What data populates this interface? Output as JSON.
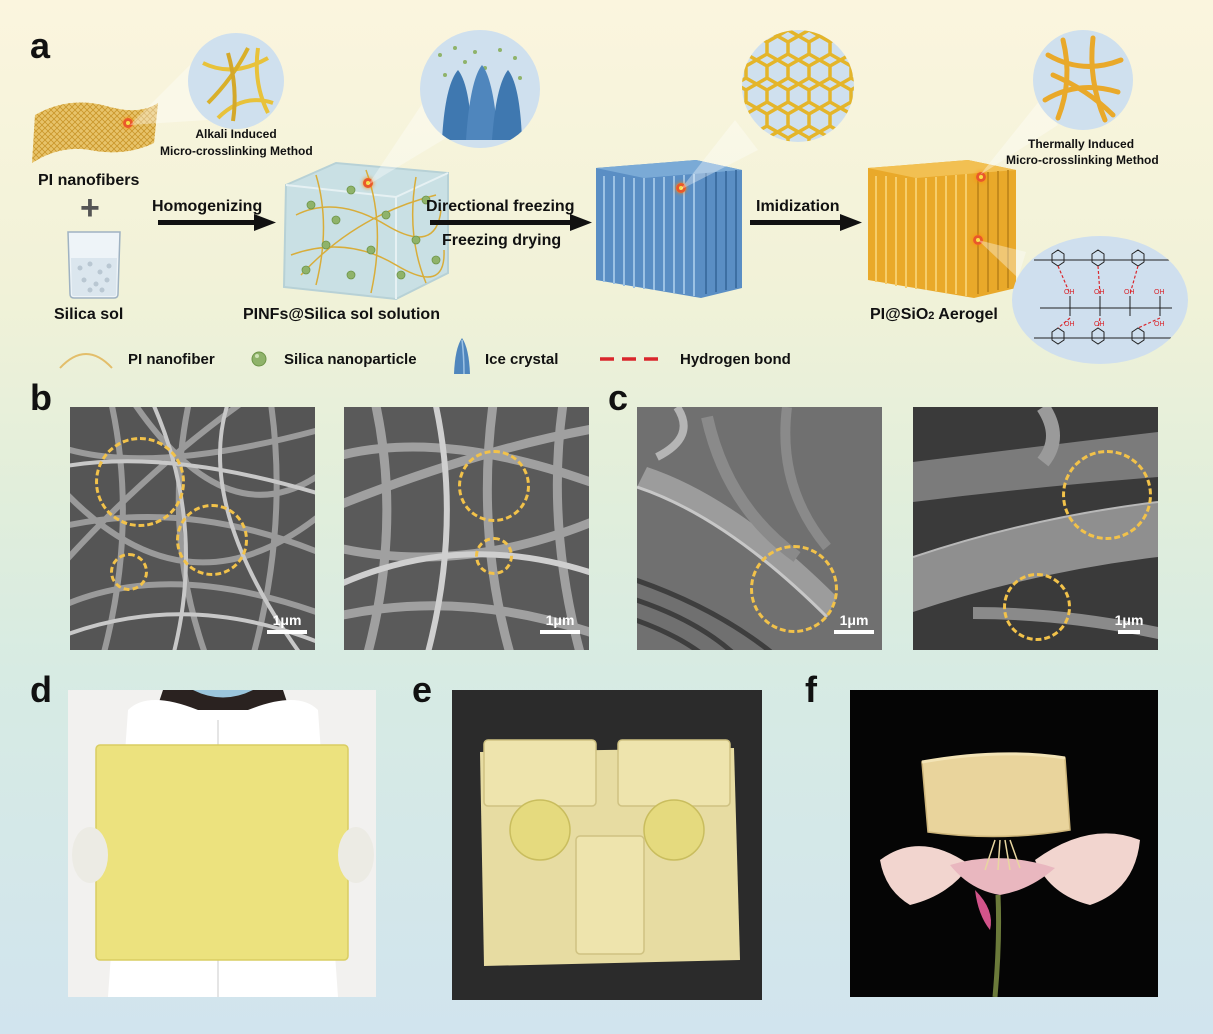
{
  "panel_labels": {
    "a": "a",
    "b": "b",
    "c": "c",
    "d": "d",
    "e": "e",
    "f": "f"
  },
  "schematic": {
    "pi_nanofibers": "PI nanofibers",
    "plus": "+",
    "silica_sol": "Silica sol",
    "alkali_line1": "Alkali Induced",
    "alkali_line2": "Micro-crosslinking Method",
    "homogenizing": "Homogenizing",
    "pinfs_solution": "PINFs@Silica sol solution",
    "directional_freezing": "Directional freezing",
    "freezing_drying": "Freezing drying",
    "imidization": "Imidization",
    "thermal_line1": "Thermally Induced",
    "thermal_line2": "Micro-crosslinking Method",
    "aerogel_prefix": "PI@SiO",
    "aerogel_sub": "2",
    "aerogel_suffix": " Aerogel"
  },
  "legend": {
    "pi_nanofiber": "PI nanofiber",
    "silica_nanoparticle": "Silica nanoparticle",
    "ice_crystal": "Ice crystal",
    "hydrogen_bond": "Hydrogen bond"
  },
  "sem": {
    "scale_b1": "1μm",
    "scale_b2": "1μm",
    "scale_c1": "1μm",
    "scale_c2": "1μm"
  },
  "colors": {
    "dashed_circle": "#f2c24a",
    "fiber_yellow": "#e8b830",
    "aerogel_orange": "#e9a92a",
    "ice_blue": "#4f86bd",
    "hydrogen_bond_red": "#d9262c"
  }
}
